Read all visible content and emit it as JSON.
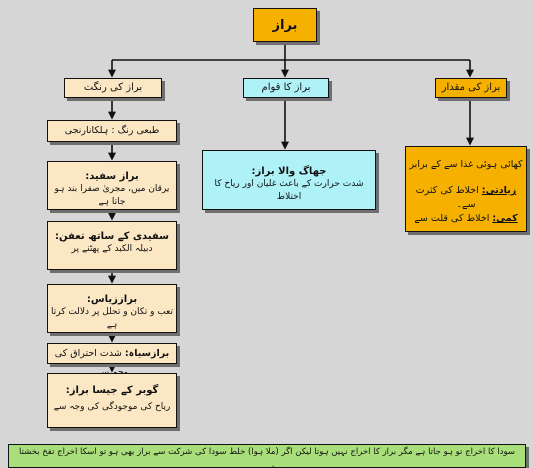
{
  "title": "براز",
  "branches": {
    "color": "براز کی رنگت",
    "consistency": "براز کا قوام",
    "quantity": "براز کی مقدار"
  },
  "color_items": [
    {
      "title": "",
      "text": "طبعی رنگ : ہلکانارنجی",
      "inline": true
    },
    {
      "title": "براز سفید:",
      "text": "یرقان میں، مجریٰ صفرا بند ہو جاتا ہے"
    },
    {
      "title": "سفیدی کے ساتھ تعفن:",
      "text": "دبیلہ الکبد کے پھٹنے پر"
    },
    {
      "title": "براززیاس:",
      "text": "تعب و تکان و تحلل پر دلالت کرتا ہے"
    },
    {
      "title": "برازسیاہ:",
      "text": "شدت احتراق کی وجہ سے",
      "inline": true
    },
    {
      "title": "گوبر کے جیسا براز:",
      "text": "ریاح کی موجودگی کی وجہ سے"
    }
  ],
  "consistency_box": {
    "title": "جھاگ والا براز:",
    "text": "شدت حرارت کے باعث غلیان اور ریاح کا اختلاط"
  },
  "quantity_box": {
    "line1": "کھائی ہوئی غذا سے کے برابر",
    "line2_label": "زیادتی:",
    "line2_text": " اخلاط کی کثرت سے۔",
    "line3_label": "کمی:",
    "line3_text": " اخلاط کی قلت سے"
  },
  "footer": "سودا کا اخراج تو ہو جاتا ہے مگر براز کا اخراج نہیں ہوتا لیکن اگر (ملا ہوا) خلط سودا کی شرکت سے براز بھی ہو تو اسکا اخراج تفخ بخشتا ہے۔"
}
